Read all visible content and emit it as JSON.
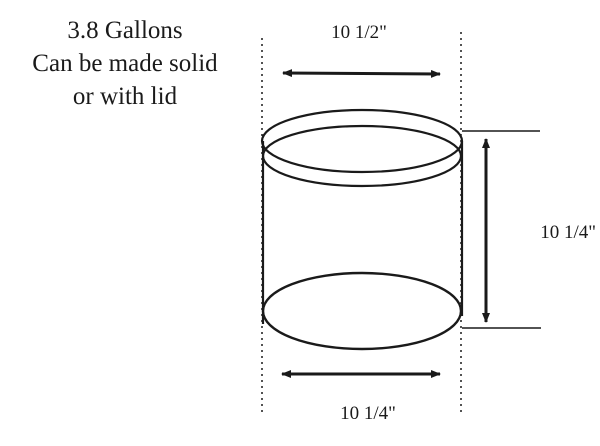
{
  "caption": {
    "line1": "3.8 Gallons",
    "line2": "Can be made solid",
    "line3": "or with lid"
  },
  "dimensions": {
    "top_width": "10  1/2\"",
    "height": "10  1/4\"",
    "bottom_width": "10  1/4\""
  },
  "colors": {
    "ink": "#1a1a1a",
    "paper": "#ffffff"
  }
}
